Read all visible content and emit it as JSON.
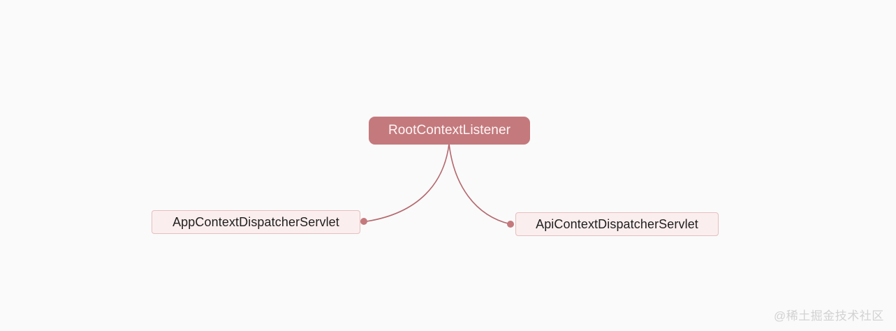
{
  "diagram": {
    "type": "mind-map",
    "background_color": "#fafafa",
    "root": {
      "label": "RootContextListener",
      "fill_color": "#c4797d",
      "text_color": "#fdf6f5"
    },
    "children": [
      {
        "label": "AppContextDispatcherServlet",
        "fill_color": "#fbeeee",
        "border_color": "#e6bfc0",
        "text_color": "#1f1f1f",
        "side": "left"
      },
      {
        "label": "ApiContextDispatcherServlet",
        "fill_color": "#fbeeee",
        "border_color": "#e6bfc0",
        "text_color": "#1f1f1f",
        "side": "right"
      }
    ],
    "connector": {
      "line_color": "#b5676d",
      "dot_color": "#c4797d"
    }
  },
  "watermark": {
    "text": "@稀土掘金技术社区",
    "color": "#d2d2d2"
  }
}
